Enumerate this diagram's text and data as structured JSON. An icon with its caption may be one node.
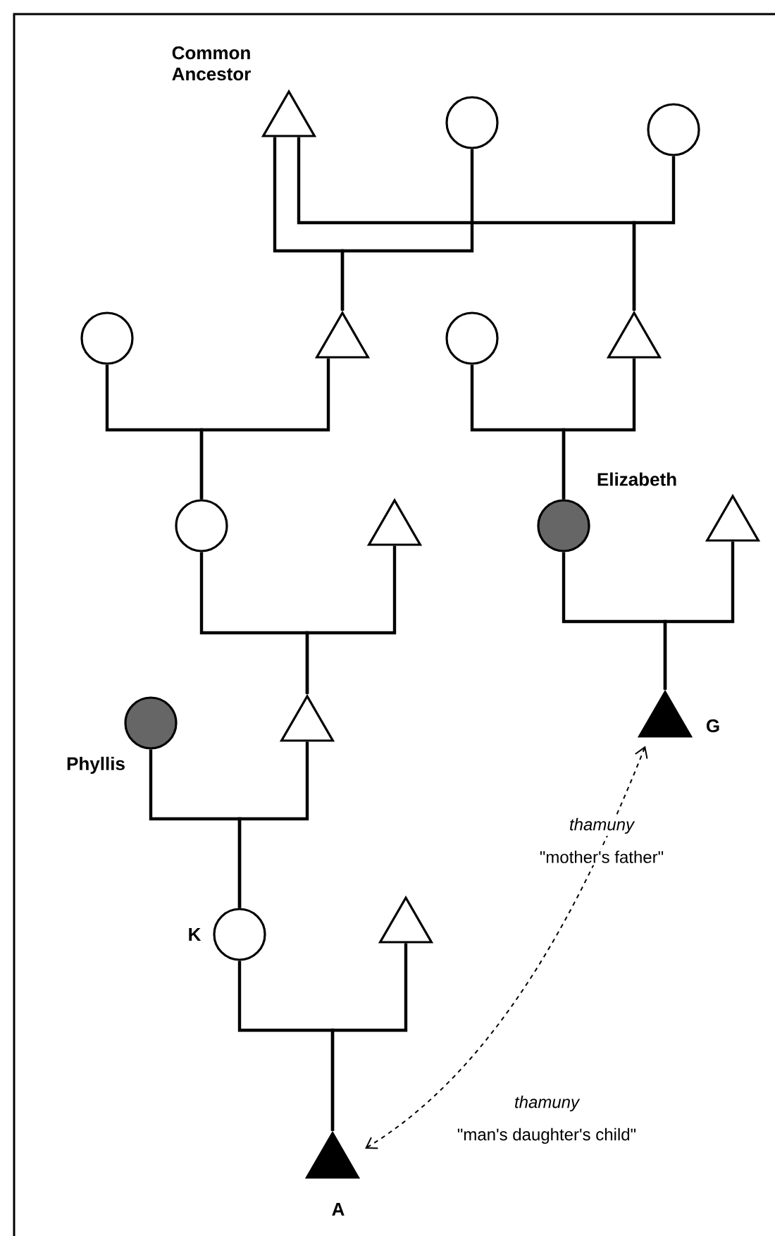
{
  "diagram": {
    "nodes": [
      {
        "text": [],
        "shape": "triangle",
        "beside": [
          "Common Ancestor"
        ]
      },
      {
        "text": [],
        "shape": "circle"
      },
      {
        "text": [],
        "shape": "circle"
      },
      {
        "text": [],
        "shape": "circle"
      },
      {
        "text": [],
        "shape": "triangle"
      },
      {
        "text": [],
        "shape": "circle"
      },
      {
        "text": [],
        "shape": "triangle"
      },
      {
        "text": [],
        "shape": "circle"
      },
      {
        "text": [],
        "shape": "triangle"
      },
      {
        "text": [],
        "shape": "circle",
        "beside": [
          "Elizabeth"
        ]
      },
      {
        "text": [],
        "shape": "triangle"
      },
      {
        "text": [],
        "shape": "circle",
        "beside": [
          "Phyllis"
        ]
      },
      {
        "text": [],
        "shape": "triangle"
      },
      {
        "text": [],
        "shape": "triangle",
        "beside": [
          "G"
        ]
      },
      {
        "text": [],
        "shape": "circle",
        "beside": [
          "K"
        ]
      },
      {
        "text": [],
        "shape": "triangle"
      },
      {
        "text": [],
        "shape": "triangle",
        "beside": [
          "A"
        ]
      }
    ],
    "edges": [
      {
        "from": 0,
        "to": 4,
        "arrow": "none"
      },
      {
        "from": 1,
        "to": 4,
        "arrow": "none"
      },
      {
        "from": 0,
        "to": 6,
        "arrow": "none"
      },
      {
        "from": 2,
        "to": 6,
        "arrow": "none"
      },
      {
        "from": 3,
        "to": 7,
        "arrow": "none"
      },
      {
        "from": 4,
        "to": 7,
        "arrow": "none"
      },
      {
        "from": 5,
        "to": 9,
        "arrow": "none"
      },
      {
        "from": 6,
        "to": 9,
        "arrow": "none"
      },
      {
        "from": 7,
        "to": 12,
        "arrow": "none"
      },
      {
        "from": 8,
        "to": 12,
        "arrow": "none"
      },
      {
        "from": 9,
        "to": 13,
        "arrow": "none"
      },
      {
        "from": 10,
        "to": 13,
        "arrow": "none"
      },
      {
        "from": 11,
        "to": 14,
        "arrow": "none"
      },
      {
        "from": 12,
        "to": 14,
        "arrow": "none"
      },
      {
        "from": 14,
        "to": 16,
        "arrow": "none"
      },
      {
        "from": 15,
        "to": 16,
        "arrow": "none"
      },
      {
        "from": 13,
        "to": 16,
        "arrow": "both",
        "style": "dashed"
      }
    ],
    "labels": [
      "thamuny",
      "\"mother's father\"",
      "thamuny",
      "\"man's daughter's child\""
    ]
  }
}
